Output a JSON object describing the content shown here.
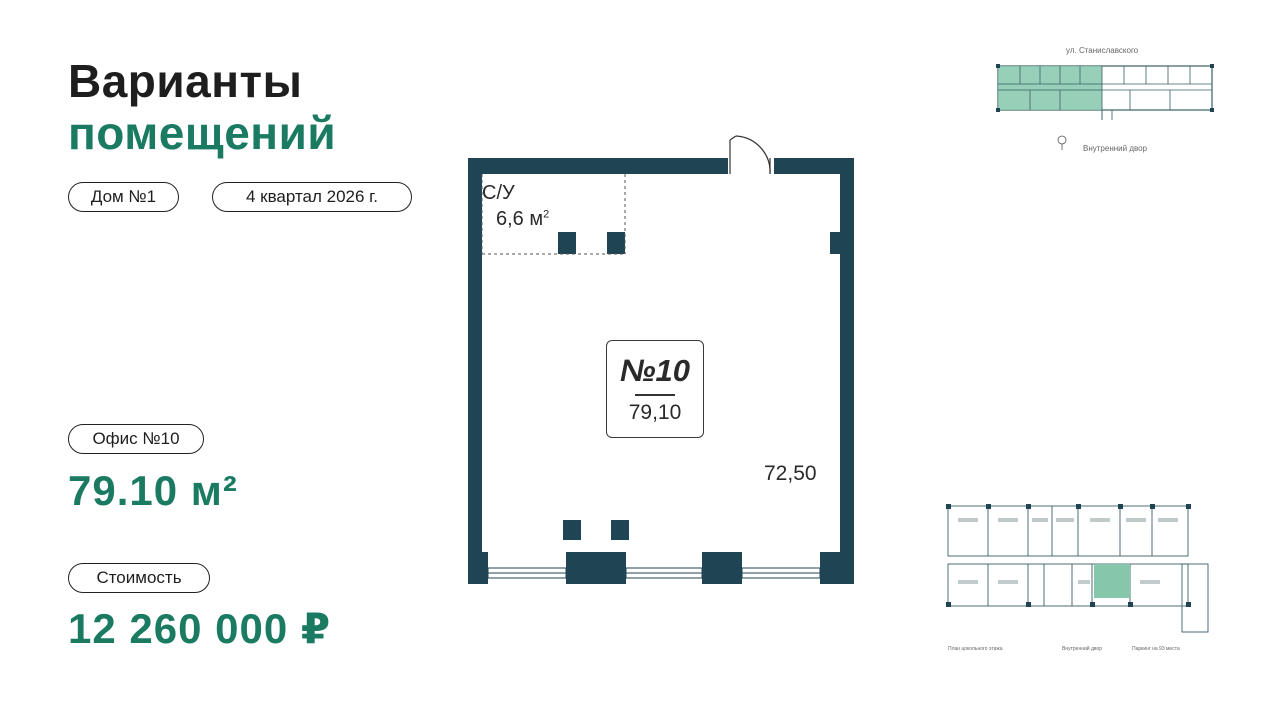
{
  "header": {
    "title_line1": "Варианты",
    "title_line2": "помещений"
  },
  "tags": {
    "house": "Дом №1",
    "completion": "4 квартал 2026 г."
  },
  "office": {
    "label": "Офис №10",
    "area": "79.10 м²"
  },
  "cost": {
    "label": "Стоимость",
    "price": "12 260 000 ₽"
  },
  "plan": {
    "bathroom_label": "С/У",
    "bathroom_area": "6,6 м",
    "bathroom_area_unit_sup": "2",
    "room_number": "№10",
    "room_total_area": "79,10",
    "main_area": "72,50"
  },
  "site_plan": {
    "street": "ул. Станиславского",
    "courtyard": "Внутренний двор"
  },
  "floor_plan": {
    "basement": "План цокольного этажа",
    "courtyard": "Внутренний двор",
    "parking": "Паркинг на 93 места"
  },
  "colors": {
    "accent_green": "#1a7b62",
    "wall": "#1f4554",
    "highlight": "#86c7ac"
  }
}
